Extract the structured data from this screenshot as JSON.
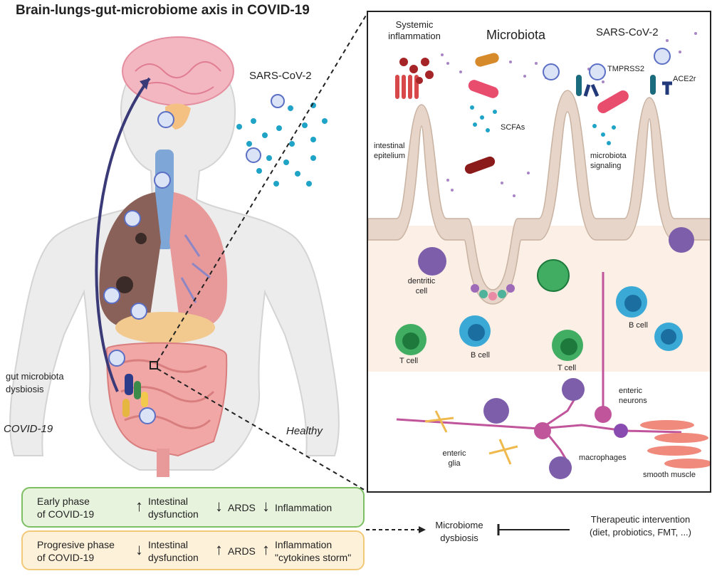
{
  "title": "Brain-lungs-gut-microbiome axis in COVID-19",
  "body_labels": {
    "sars_cov_2": "SARS-CoV-2",
    "gut_dysbiosis_line1": "gut microbiota",
    "gut_dysbiosis_line2": "dysbiosis",
    "covid": "COVID-19",
    "healthy": "Healthy"
  },
  "panel": {
    "systemic_line1": "Systemic",
    "systemic_line2": "inflammation",
    "microbiota": "Microbiota",
    "sars_cov_2": "SARS-CoV-2",
    "tmprss2": "TMPRSS2",
    "ace2r": "ACE2r",
    "scfas": "SCFAs",
    "epi_line1": "intestinal",
    "epi_line2": "epitelium",
    "signal_line1": "microbiota",
    "signal_line2": "signaling",
    "dendritic_line1": "dentritic",
    "dendritic_line2": "cell",
    "t_cell_1": "T cell",
    "b_cell_1": "B cell",
    "t_cell_2": "T cell",
    "b_cell_2": "B cell",
    "enteric_neurons_line1": "enteric",
    "enteric_neurons_line2": "neurons",
    "enteric_glia_line1": "enteric",
    "enteric_glia_line2": "glia",
    "macrophages": "macrophages",
    "smooth_muscle": "smooth muscle"
  },
  "phases": {
    "early": {
      "phase_line1": "Early phase",
      "phase_line2": "of COVID-19",
      "arrow1": "↑",
      "c1_line1": "Intestinal",
      "c1_line2": "dysfunction",
      "arrow2": "↓",
      "c2": "ARDS",
      "arrow3": "↓",
      "c3": "Inflammation"
    },
    "progressive": {
      "phase_line1": "Progresive phase",
      "phase_line2": "of COVID-19",
      "arrow1": "↓",
      "c1_line1": "Intestinal",
      "c1_line2": "dysfunction",
      "arrow2": "↑",
      "c2": "ARDS",
      "arrow3": "↑",
      "c3_line1": "Inflammation",
      "c3_line2": "\"cytokines storm\""
    }
  },
  "outcome": {
    "dysbiosis_line1": "Microbiome",
    "dysbiosis_line2": "dysbiosis",
    "therapy_line1": "Therapeutic intervention",
    "therapy_line2": "(diet, probiotics, FMT, ...)"
  },
  "colors": {
    "virus": "#5b6fc4",
    "droplet": "#1fa3c7",
    "lung_covid": "#8a6158",
    "lung_healthy": "#e89a9a",
    "epithelium": "#e6d5c8",
    "lamina": "#fcefe6",
    "neuron": "#c0559c",
    "t_cell": "#41ad62",
    "b_cell": "#3aa9d6",
    "macrophage": "#7d5eaa",
    "glia": "#f0b94d",
    "muscle": "#ef8a7d"
  }
}
